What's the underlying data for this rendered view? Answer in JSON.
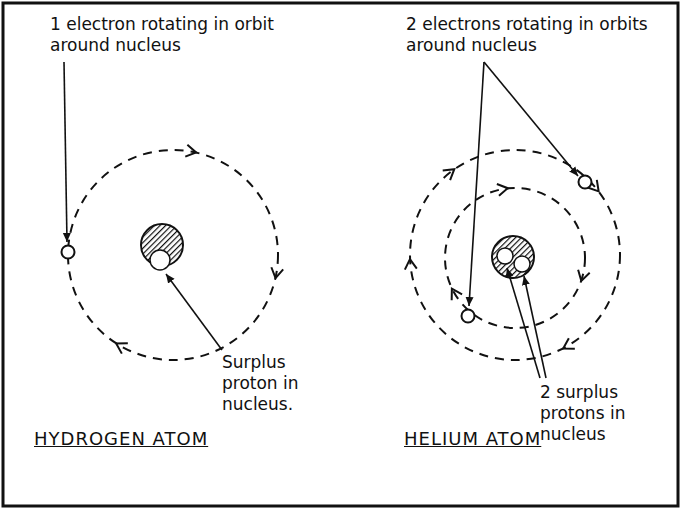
{
  "diagram": {
    "labels": [
      "1 electron rotating in orbit around nucleus",
      "Surplus proton in nucleus.",
      "HYDROGEN ATOM",
      "2 electrons rotating in orbits around nucleus",
      "2 surplus protons in nucleus",
      "HELIUM ATOM"
    ]
  }
}
